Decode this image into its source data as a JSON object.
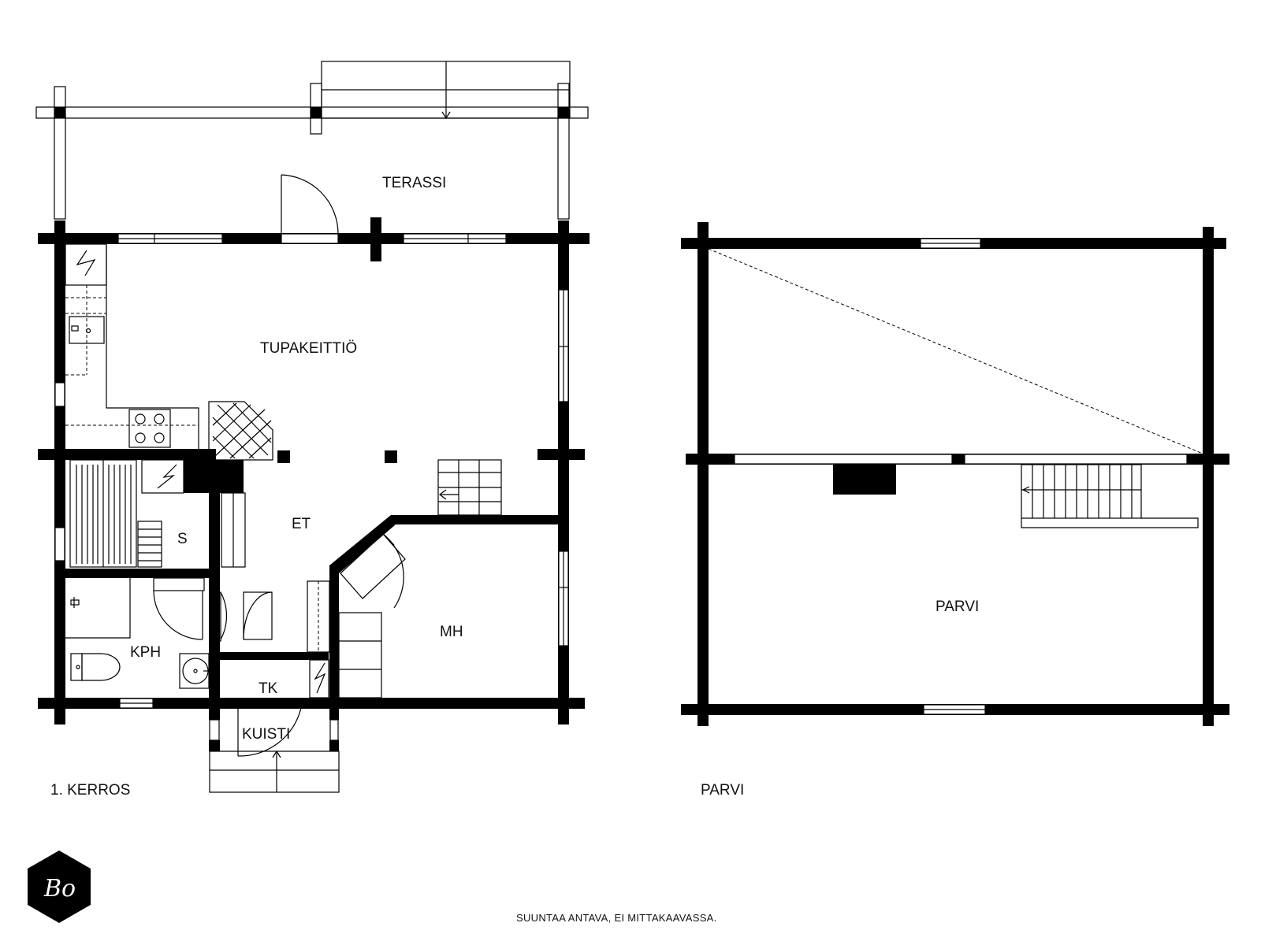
{
  "floor1": {
    "caption": "1. KERROS",
    "rooms": {
      "terassi": "TERASSI",
      "tupakeittio": "TUPAKEITTIÖ",
      "et": "ET",
      "s": "S",
      "mh": "MH",
      "kph": "KPH",
      "tk": "TK",
      "kuisti": "KUISTI"
    }
  },
  "loft": {
    "caption": "PARVI",
    "rooms": {
      "parvi": "PARVI"
    }
  },
  "footer": {
    "note": "SUUNTAA ANTAVA, EI MITTAKAAVASSA."
  },
  "logo": {
    "text": "Bo",
    "icon": "hexagon-logo-icon",
    "color": "#000000"
  }
}
